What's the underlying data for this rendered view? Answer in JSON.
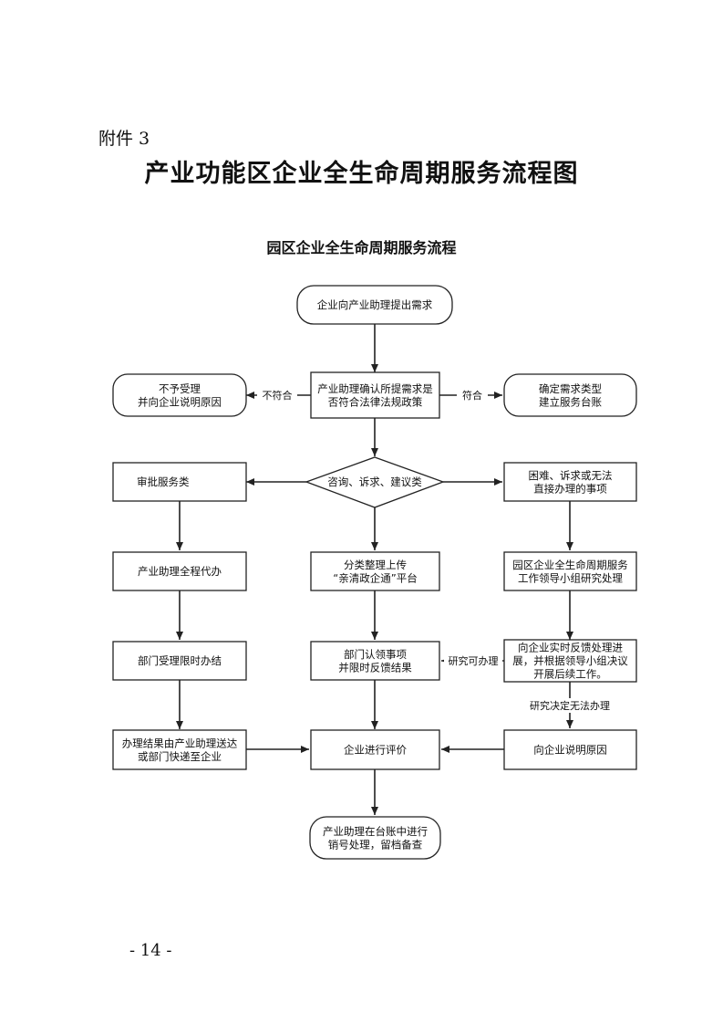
{
  "header": {
    "attachment": "附件 3",
    "title": "产业功能区企业全生命周期服务流程图"
  },
  "flowchart": {
    "title": "园区企业全生命周期服务流程",
    "nodes": {
      "start": [
        "企业向产业助理提出需求"
      ],
      "check": [
        "产业助理确认所提需求是",
        "否符合法律法规政策"
      ],
      "reject": [
        "不予受理",
        "并向企业说明原因"
      ],
      "confirm": [
        "确定需求类型",
        "建立服务台账"
      ],
      "approval": [
        "审批服务类"
      ],
      "consult": [
        "咨询、诉求、建议类"
      ],
      "difficult": [
        "困难、诉求或无法",
        "直接办理的事项"
      ],
      "proxy": [
        "产业助理全程代办"
      ],
      "platform": [
        "分类整理上传",
        "“亲清政企通”平台"
      ],
      "study": [
        "园区企业全生命周期服务",
        "工作领导小组研究处理"
      ],
      "dept_handle": [
        "部门受理限时办结"
      ],
      "dept_claim": [
        "部门认领事项",
        "并限时反馈结果"
      ],
      "feedback": [
        "向企业实时反馈处理进",
        "展，并根据领导小组决议",
        "开展后续工作。"
      ],
      "deliver": [
        "办理结果由产业助理送达",
        "或部门快递至企业"
      ],
      "evaluate": [
        "企业进行评价"
      ],
      "explain": [
        "向企业说明原因"
      ],
      "end": [
        "产业助理在台账中进行",
        "销号处理，留档备查"
      ]
    },
    "edge_labels": {
      "not_compliant": "不符合",
      "compliant": "符合",
      "can_handle": "研究可办理",
      "cannot_handle": "研究决定无法办理"
    }
  },
  "footer": {
    "page_number": "- 14 -"
  }
}
